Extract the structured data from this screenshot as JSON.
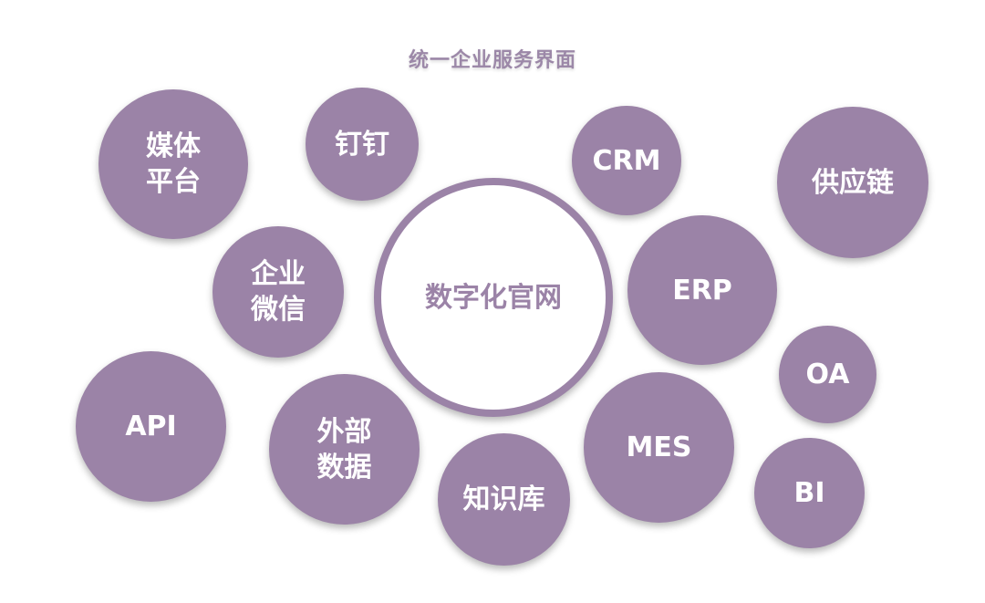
{
  "title": "统一企业服务界面",
  "center": {
    "label": "数字化官网"
  },
  "nodes": [
    {
      "label": "媒体平台"
    },
    {
      "label": "钉钉"
    },
    {
      "label": "CRM"
    },
    {
      "label": "供应链"
    },
    {
      "label": "企业微信"
    },
    {
      "label": "ERP"
    },
    {
      "label": "OA"
    },
    {
      "label": "API"
    },
    {
      "label": "外部数据"
    },
    {
      "label": "知识库"
    },
    {
      "label": "MES"
    },
    {
      "label": "BI"
    }
  ],
  "colors": {
    "bubble": "#9b83a7",
    "title": "#9c88a8"
  }
}
